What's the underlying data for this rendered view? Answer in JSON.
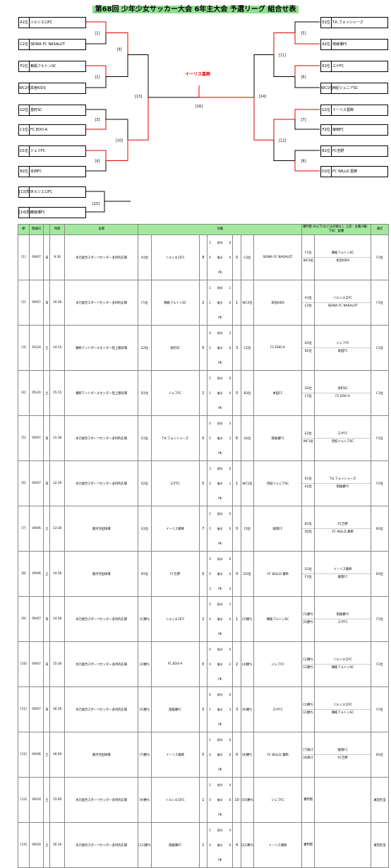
{
  "title": "第68回 少年少女サッカー大会 6年主大会 予選リーグ 組合せ表",
  "colors": {
    "win": "#e00000",
    "line": "#000000",
    "header": "#a4e8a0"
  },
  "bracket": {
    "left": [
      {
        "seed": "A1位",
        "name": "ソルシエロFC"
      },
      {
        "seed": "C2位",
        "name": "SEIWA FC NASALOT"
      },
      {
        "seed": "F1位",
        "name": "鵜殿フルトンSC"
      },
      {
        "seed": "WC2位",
        "name": "栄宮KIDS"
      },
      {
        "seed": "G2位",
        "name": "金町SC"
      },
      {
        "seed": "C1位",
        "name": "FC.EDO-A"
      },
      {
        "seed": "D1位",
        "name": "ジェフFC"
      },
      {
        "seed": "B2位",
        "name": "本田FC"
      }
    ],
    "right": [
      {
        "seed": "E1位",
        "name": "T.K.フォッシャーズ"
      },
      {
        "seed": "A2位",
        "name": "南綾瀬FC"
      },
      {
        "seed": "E2位",
        "name": "三ゲFC"
      },
      {
        "seed": "WC1位",
        "name": "西紀ジュニアSC"
      },
      {
        "seed": "G1位",
        "name": "イーリス葛飾"
      },
      {
        "seed": "F2位",
        "name": "綾南FC"
      },
      {
        "seed": "B1位",
        "name": "FC吉野"
      },
      {
        "seed": "D2位",
        "name": "FC WiLLD 葛飾"
      }
    ],
    "third": [
      {
        "seed": "[13]負け",
        "name": "ソルシエロFC"
      },
      {
        "seed": "[14]負け",
        "name": "南綾瀬FC"
      }
    ],
    "match_labels": {
      "m1": "[1]",
      "m2": "[2]",
      "m3": "[3]",
      "m4": "[4]",
      "m5": "[5]",
      "m6": "[6]",
      "m7": "[7]",
      "m8": "[8]",
      "m9": "[9]",
      "m10": "[10]",
      "m11": "[11]",
      "m12": "[12]",
      "m13": "[13]",
      "m14": "[14]",
      "m15": "[15]",
      "m16": "[16]"
    },
    "champion": "イーリス葛飾"
  },
  "schedule": {
    "headers": {
      "no": "節",
      "date": "開催日",
      "day": "",
      "time": "時間",
      "venue": "会場",
      "match": "対戦",
      "next": "審判割 A(以下)などは対戦なし 上段：主審/4審、下段：副審",
      "ref": "運営"
    },
    "rows": [
      {
        "no": "[1]",
        "date": "09/07",
        "day": "日",
        "time": "9:30",
        "venue": "水元総合スポーツセンター多目的広場",
        "s1": "A1位",
        "t1": "ソルシエロFC",
        "g1": "8",
        "h": [
          [
            "2",
            "前半",
            "0"
          ],
          [
            "6",
            "後半",
            "0"
          ],
          [
            "",
            "PK",
            ""
          ]
        ],
        "g2": "0",
        "s2": "C2位",
        "t2": "SEIWA FC NASALOT",
        "nx": [
          "F1位",
          "WC2位",
          "鵜殿フルトンSC",
          "栄宮KIDS"
        ],
        "ref": "F1位"
      },
      {
        "no": "[2]",
        "date": "09/07",
        "day": "日",
        "time": "10:30",
        "venue": "水元総合スポーツセンター多目的広場",
        "s1": "F1位",
        "t1": "鵜殿フルトンSC",
        "g1": "2",
        "h": [
          [
            "1",
            "前半",
            "1"
          ],
          [
            "1",
            "後半",
            "0"
          ],
          [
            "",
            "PK",
            ""
          ]
        ],
        "g2": "1",
        "s2": "WC2位",
        "t2": "栄宮KIDS",
        "nx": [
          "A1位",
          "C2位",
          "ソルシエロFC",
          "SEIWA FC NASALOT"
        ],
        "ref": "F1位"
      },
      {
        "no": "[3]",
        "date": "05/24",
        "day": "土",
        "time": "14:15",
        "venue": "葛飾フットボールセンター陸上競技場",
        "s1": "G2位",
        "t1": "金町SC",
        "g1": "0",
        "h": [
          [
            "0",
            "前半",
            "3"
          ],
          [
            "0",
            "後半",
            "0"
          ],
          [
            "",
            "PK",
            ""
          ]
        ],
        "g2": "3",
        "s2": "C1位",
        "t2": "FC.EDO-A",
        "nx": [
          "D1位",
          "B2位",
          "ジェフFC",
          "本田FC"
        ],
        "ref": "C1位"
      },
      {
        "no": "[4]",
        "date": "05/24",
        "day": "土",
        "time": "15:15",
        "venue": "葛飾フットボールセンター陸上競技場",
        "s1": "D1位",
        "t1": "ジェフFC",
        "g1": "2",
        "h": [
          [
            "1",
            "前半",
            "0"
          ],
          [
            "1",
            "後半",
            "0"
          ],
          [
            "",
            "PK",
            ""
          ]
        ],
        "g2": "0",
        "s2": "B2位",
        "t2": "本田FC",
        "nx": [
          "G2位",
          "C1位",
          "金町SC",
          "FC.EDO-A"
        ],
        "ref": "C1位"
      },
      {
        "no": "[5]",
        "date": "09/07",
        "day": "日",
        "time": "11:30",
        "venue": "水元総合スポーツセンター多目的広場",
        "s1": "E1位",
        "t1": "T.K.フォッシャーズ",
        "g1": "0",
        "h": [
          [
            "0",
            "前半",
            "3"
          ],
          [
            "0",
            "後半",
            "3"
          ],
          [
            "",
            "PK",
            ""
          ]
        ],
        "g2": "6",
        "s2": "A2位",
        "t2": "南綾瀬FC",
        "nx": [
          "E2位",
          "WC1位",
          "三ゲFC",
          "西紀ジュニアSC"
        ],
        "ref": "F1位"
      },
      {
        "no": "[6]",
        "date": "09/07",
        "day": "日",
        "time": "12:30",
        "venue": "水元総合スポーツセンター多目的広場",
        "s1": "E2位",
        "t1": "三ゲFC",
        "g1": "5",
        "h": [
          [
            "3",
            "前半",
            "0"
          ],
          [
            "2",
            "後半",
            "1"
          ],
          [
            "",
            "PK",
            ""
          ]
        ],
        "g2": "1",
        "s2": "WC1位",
        "t2": "西紀ジュニアSC",
        "nx": [
          "E1位",
          "A2位",
          "T.K.フォッシャーズ",
          "南綾瀬FC"
        ],
        "ref": "F1位"
      },
      {
        "no": "[7]",
        "date": "09/06",
        "day": "土",
        "time": "13:30",
        "venue": "葛河河田球場",
        "s1": "G1位",
        "t1": "イーリス葛飾",
        "g1": "7",
        "h": [
          [
            "2",
            "前半",
            "0"
          ],
          [
            "5",
            "後半",
            "0"
          ],
          [
            "",
            "PK",
            ""
          ]
        ],
        "g2": "0",
        "s2": "F2位",
        "t2": "綾南FC",
        "nx": [
          "B1位",
          "D2位",
          "FC吉野",
          "FC WiLLD 葛飾"
        ],
        "ref": "B1位"
      },
      {
        "no": "[8]",
        "date": "09/06",
        "day": "土",
        "time": "14:30",
        "venue": "葛河河田球場",
        "s1": "B1位",
        "t1": "FC吉野",
        "g1": "0",
        "h": [
          [
            "0",
            "前半",
            "0"
          ],
          [
            "0",
            "後半",
            "0"
          ],
          [
            "3",
            "PK",
            "4"
          ]
        ],
        "g2": "0",
        "s2": "D2位",
        "t2": "FC WiLLD 葛飾",
        "nx": [
          "G1位",
          "F2位",
          "イーリス葛飾",
          "綾南FC"
        ],
        "ref": "B1位"
      },
      {
        "no": "[9]",
        "date": "09/07",
        "day": "日",
        "time": "14:30",
        "venue": "水元総合スポーツセンター多目的広場",
        "s1": "[1]勝ち",
        "t1": "ソルシエロFC",
        "g1": "2",
        "h": [
          [
            "2",
            "前半",
            "1"
          ],
          [
            "0",
            "後半",
            "0"
          ],
          [
            "",
            "PK",
            ""
          ]
        ],
        "g2": "1",
        "s2": "[2]勝ち",
        "t2": "鵜殿フルトンSC",
        "nx": [
          "[5]勝ち",
          "[6]勝ち",
          "南綾瀬FC",
          "三ゲFC"
        ],
        "ref": "F1位"
      },
      {
        "no": "[10]",
        "date": "09/07",
        "day": "日",
        "time": "15:30",
        "venue": "水元総合スポーツセンター多目的広場",
        "s1": "[3]勝ち",
        "t1": "FC.EDO-A",
        "g1": "0",
        "h": [
          [
            "0",
            "前半",
            "0"
          ],
          [
            "0",
            "後半",
            "2"
          ],
          [
            "",
            "PK",
            ""
          ]
        ],
        "g2": "2",
        "s2": "[4]勝ち",
        "t2": "ジェフFC",
        "nx": [
          "[1]勝ち",
          "[2]勝ち",
          "ソルシエロFC",
          "鵜殿フルトンSC"
        ],
        "ref": "F1位"
      },
      {
        "no": "[11]",
        "date": "09/07",
        "day": "日",
        "time": "16:30",
        "venue": "水元総合スポーツセンター多目的広場",
        "s1": "[5]勝ち",
        "t1": "南綾瀬FC",
        "g1": "5",
        "h": [
          [
            "4",
            "前半",
            "0"
          ],
          [
            "1",
            "後半",
            "3"
          ],
          [
            "",
            "PK",
            ""
          ]
        ],
        "g2": "3",
        "s2": "[6]勝ち",
        "t2": "三ゲFC",
        "nx": [
          "[1]勝ち",
          "[2]勝ち",
          "ソルシエロFC",
          "鵜殿フルトンSC"
        ],
        "ref": "F1位"
      },
      {
        "no": "[12]",
        "date": "09/06",
        "day": "土",
        "time": "16:00",
        "venue": "葛河河田球場",
        "s1": "[7]勝ち",
        "t1": "イーリス葛飾",
        "g1": "5",
        "h": [
          [
            "1",
            "前半",
            "0"
          ],
          [
            "4",
            "後半",
            "0"
          ],
          [
            "",
            "PK",
            ""
          ]
        ],
        "g2": "0",
        "s2": "[8]勝ち",
        "t2": "FC WiLLD 葛飾",
        "nx": [
          "[7]負け",
          "[8]負け",
          "綾南FC",
          "FC吉野"
        ],
        "ref": "B1位"
      },
      {
        "no": "[13]",
        "date": "09/20",
        "day": "土",
        "time": "15:00",
        "venue": "水元総合スポーツセンター多目的広場",
        "s1": "[9]勝ち",
        "t1": "ソルシエロFC",
        "g1": "1",
        "h": [
          [
            "1",
            "前半",
            "4"
          ],
          [
            "0",
            "後半",
            "6"
          ],
          [
            "",
            "PK",
            ""
          ]
        ],
        "g2": "10",
        "s2": "[10]勝ち",
        "t2": "ジェフFC",
        "nx": [
          "審判割",
          ""
        ],
        "ref": "運営担当"
      },
      {
        "no": "[14]",
        "date": "09/20",
        "day": "土",
        "time": "16:10",
        "venue": "水元総合スポーツセンター多目的広場",
        "s1": "[11]勝ち",
        "t1": "南綾瀬FC",
        "g1": "1",
        "h": [
          [
            "1",
            "前半",
            "4"
          ],
          [
            "0",
            "後半",
            "0"
          ],
          [
            "",
            "PK",
            ""
          ]
        ],
        "g2": "4",
        "s2": "[12]勝ち",
        "t2": "イーリス葛飾",
        "nx": [
          "審判割",
          ""
        ],
        "ref": "運営担当"
      }
    ]
  }
}
